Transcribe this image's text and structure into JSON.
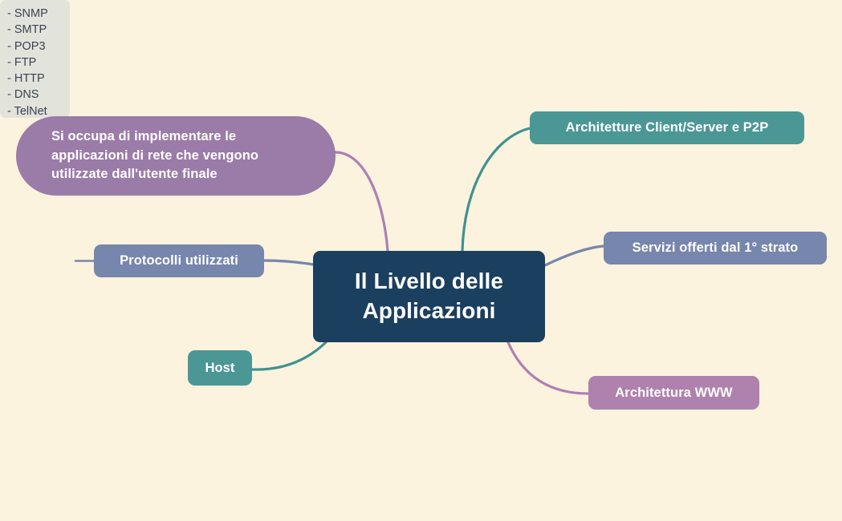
{
  "diagram": {
    "type": "mind-map",
    "background_color": "#FBF3DD",
    "central": {
      "label_line1": "Il Livello delle",
      "label_line2": "Applicazioni",
      "color": "#1B3F5E",
      "text_color": "#FFFFFF"
    },
    "branches": [
      {
        "id": "descrizione",
        "label_line1": "Si occupa di implementare le",
        "label_line2": "applicazioni di rete che vengono",
        "label_line3": "utilizzate dall'utente finale",
        "color": "#9B7BA8",
        "edge_color": "#AE7FB3",
        "shape": "pill",
        "position": "top-left"
      },
      {
        "id": "protocolli",
        "label": "Protocolli utilizzati",
        "color": "#7786AC",
        "edge_color": "#7786AC",
        "shape": "rounded-rect",
        "position": "left"
      },
      {
        "id": "host",
        "label": "Host",
        "color": "#4B9796",
        "edge_color": "#3E9291",
        "shape": "rounded-rect",
        "position": "bottom-left"
      },
      {
        "id": "architetture",
        "label": "Architetture Client/Server e P2P",
        "color": "#4B9796",
        "edge_color": "#3E9291",
        "shape": "rounded-rect",
        "position": "top-right"
      },
      {
        "id": "servizi",
        "label": "Servizi offerti dal 1° strato",
        "color": "#7786AC",
        "edge_color": "#7786AC",
        "shape": "rounded-rect",
        "position": "right"
      },
      {
        "id": "www",
        "label": "Architettura WWW",
        "color": "#AE82AD",
        "edge_color": "#B07EB4",
        "shape": "rounded-rect",
        "position": "bottom-right"
      }
    ],
    "protocol_list": {
      "background_color": "#E2E4DC",
      "text_color": "#3A4252",
      "items": [
        "- SNMP",
        "- SMTP",
        "- POP3",
        "- FTP",
        "- HTTP",
        "- DNS",
        "- TelNet"
      ]
    }
  }
}
